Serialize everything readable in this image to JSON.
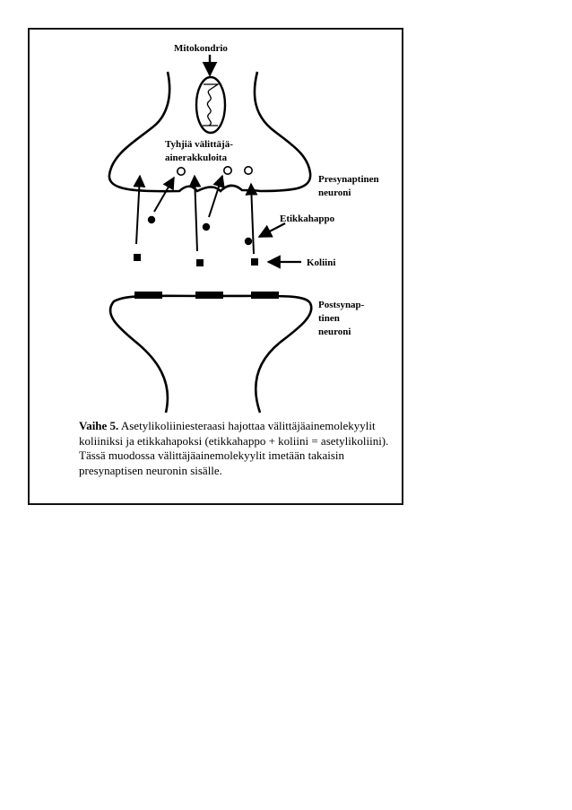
{
  "labels": {
    "mitochondrion": "Mitokondrio",
    "empty_vesicles_line1": "Tyhjiä välittäjä-",
    "empty_vesicles_line2": "ainerakkuloita",
    "presynaptic_line1": "Presynaptinen",
    "presynaptic_line2": "neuroni",
    "acetic_acid": "Etikkahappo",
    "choline": "Koliini",
    "postsynaptic_line1": "Postsynap-",
    "postsynaptic_line2": "tinen",
    "postsynaptic_line3": "neuroni"
  },
  "caption": {
    "step": "Vaihe 5.",
    "text": "Asetylikoliiniesteraasi hajottaa välittäjäainemolekyylit koliiniksi ja etikkahapoksi (etikkahappo + koliini = asetylikoliini). Tässä muodossa välittäjäainemolekyylit imetään takaisin presynaptisen neuronin sisälle."
  }
}
